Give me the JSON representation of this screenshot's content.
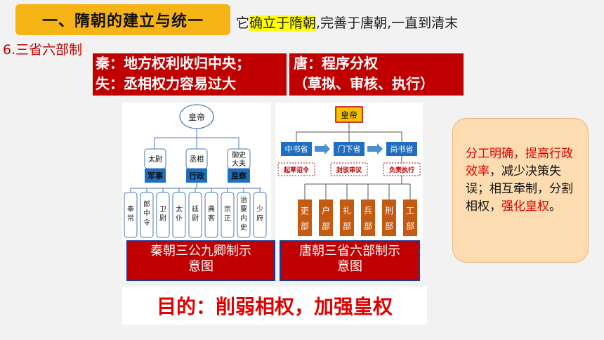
{
  "title": "一、隋朝的建立与统一",
  "intro": {
    "prefix": "它",
    "highlight": "确立于隋朝",
    "suffix": ",完善于唐朝,一直到清末"
  },
  "heading": "6.三省六部制",
  "qin": {
    "line1": "秦：地方权利收归中央；",
    "line2": "失：丞相权力容易过大"
  },
  "tang": {
    "line1": "唐：程序分权",
    "line2": "（草拟、审核、执行）"
  },
  "left_diagram": {
    "emperor": "皇帝",
    "officials": [
      {
        "lines": [
          "太尉"
        ],
        "role": "军事"
      },
      {
        "lines": [
          "丞相"
        ],
        "role": "行政"
      },
      {
        "lines": [
          "御史",
          "大夫"
        ],
        "role": "监察"
      }
    ],
    "ministers": [
      [
        "奉",
        "常"
      ],
      [
        "郎",
        "中",
        "令"
      ],
      [
        "卫",
        "尉"
      ],
      [
        "太",
        "仆"
      ],
      [
        "廷",
        "尉"
      ],
      [
        "典",
        "客"
      ],
      [
        "宗",
        "正"
      ],
      [
        "治",
        "粟",
        "内",
        "史"
      ],
      [
        "少",
        "府"
      ]
    ]
  },
  "right_diagram": {
    "emperor": "皇帝",
    "departments": [
      "中书省",
      "门下省",
      "尚书省"
    ],
    "functions": [
      "起草诏令",
      "封驳审议",
      "负责执行"
    ],
    "ministries": [
      [
        "吏",
        "部"
      ],
      [
        "户",
        "部"
      ],
      [
        "礼",
        "部"
      ],
      [
        "兵",
        "部"
      ],
      [
        "刑",
        "部"
      ],
      [
        "工",
        "部"
      ]
    ]
  },
  "left_caption": {
    "line1": "秦朝三公九卿制示",
    "line2": "意图"
  },
  "right_caption": {
    "line1": "唐朝三省六部制示",
    "line2": "意图"
  },
  "purpose": "目的：削弱相权，加强皇权",
  "summary": {
    "p1": "分工明确，",
    "p2": "提高行政效率",
    "p3": "，减少决策失误；相互牵制，分割相权，",
    "p4": "强化皇权",
    "p5": "。"
  },
  "colors": {
    "red": "#c00000",
    "orange_title": "#f5b316",
    "blue": "#1e6fbf",
    "brown": "#c55a11",
    "summary_bg": "#fcdcb0"
  }
}
